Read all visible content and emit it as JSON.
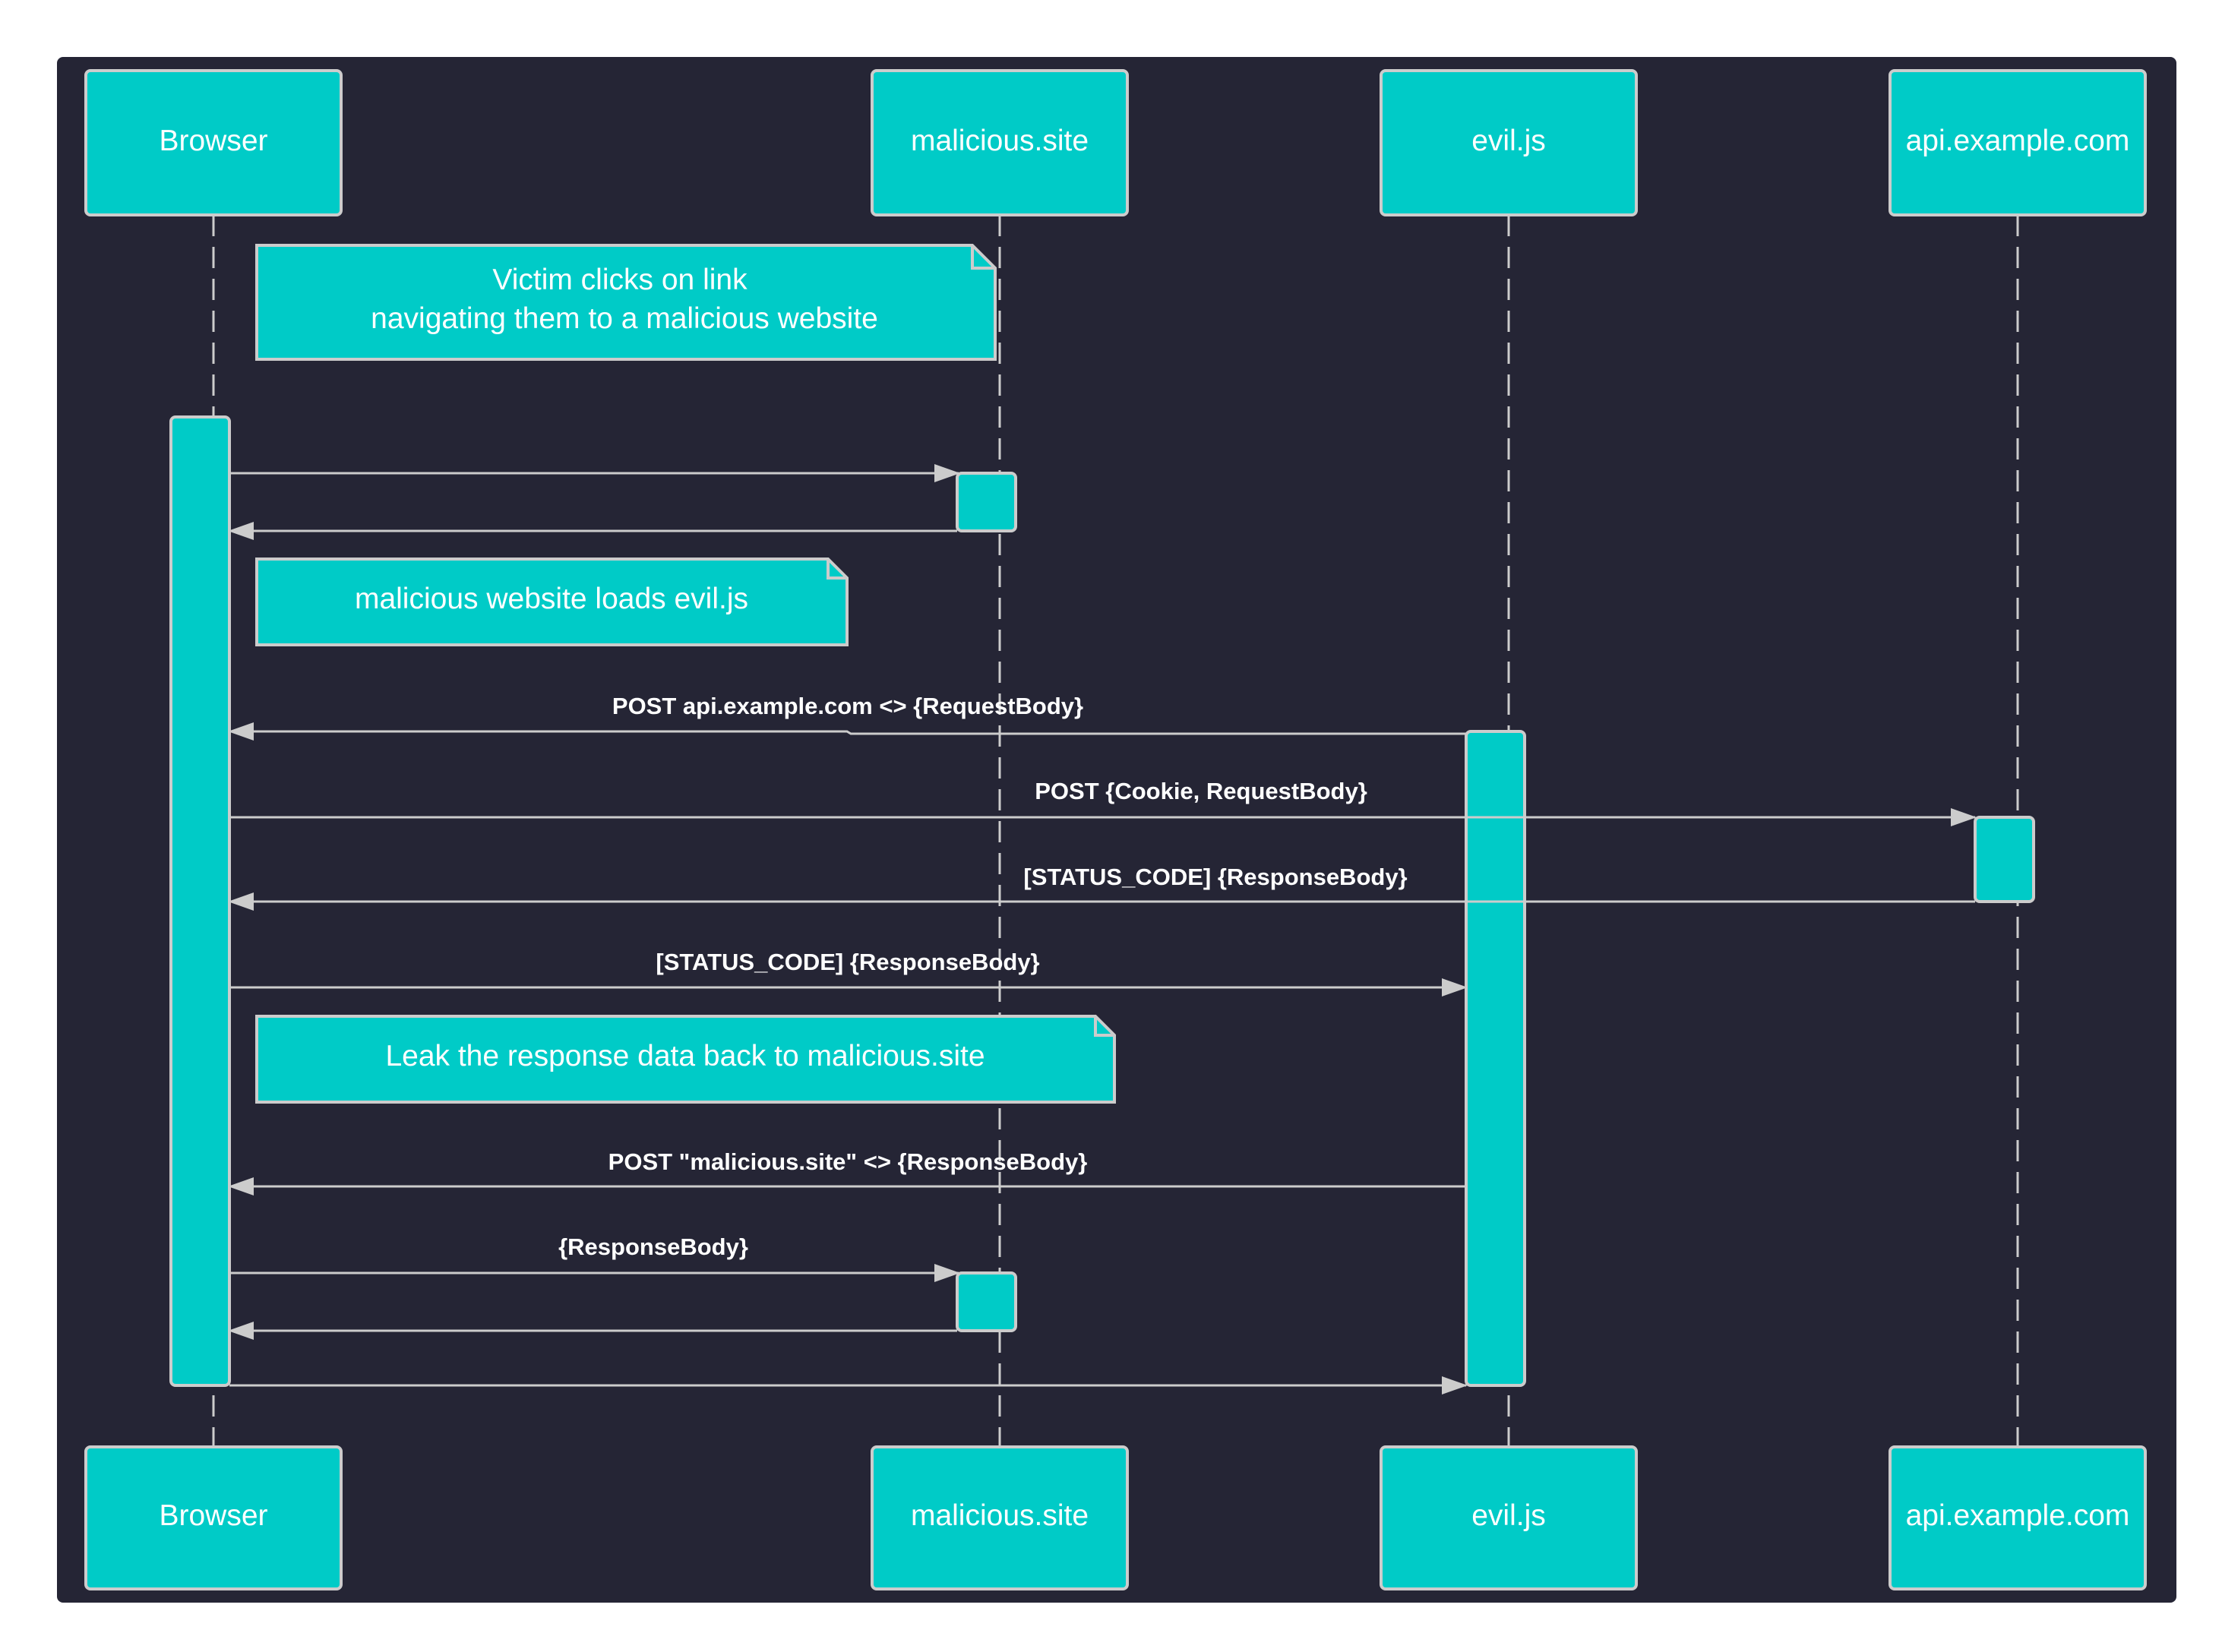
{
  "colors": {
    "background": "#252535",
    "box_fill": "#00cbc7",
    "stroke": "#cccccc",
    "text": "#ffffff"
  },
  "participants": [
    {
      "id": "browser",
      "label": "Browser"
    },
    {
      "id": "malicious",
      "label": "malicious.site"
    },
    {
      "id": "evil",
      "label": "evil.js"
    },
    {
      "id": "api",
      "label": "api.example.com"
    }
  ],
  "notes": [
    {
      "lines": [
        "Victim clicks on link",
        "navigating them to a malicious website"
      ]
    },
    {
      "lines": [
        "malicious website loads evil.js"
      ]
    },
    {
      "lines": [
        "Leak the response data back to malicious.site"
      ]
    }
  ],
  "messages": [
    {
      "from": "browser",
      "to": "malicious",
      "label": ""
    },
    {
      "from": "malicious",
      "to": "browser",
      "label": ""
    },
    {
      "from": "evil",
      "to": "browser",
      "label": "POST api.example.com <> {RequestBody}"
    },
    {
      "from": "browser",
      "to": "api",
      "label": "POST {Cookie, RequestBody}"
    },
    {
      "from": "api",
      "to": "browser",
      "label": "[STATUS_CODE] {ResponseBody}"
    },
    {
      "from": "browser",
      "to": "evil",
      "label": "[STATUS_CODE] {ResponseBody}"
    },
    {
      "from": "evil",
      "to": "browser",
      "label": "POST \"malicious.site\" <> {ResponseBody}"
    },
    {
      "from": "browser",
      "to": "malicious",
      "label": "{ResponseBody}"
    },
    {
      "from": "malicious",
      "to": "browser",
      "label": ""
    },
    {
      "from": "browser",
      "to": "evil",
      "label": ""
    }
  ]
}
